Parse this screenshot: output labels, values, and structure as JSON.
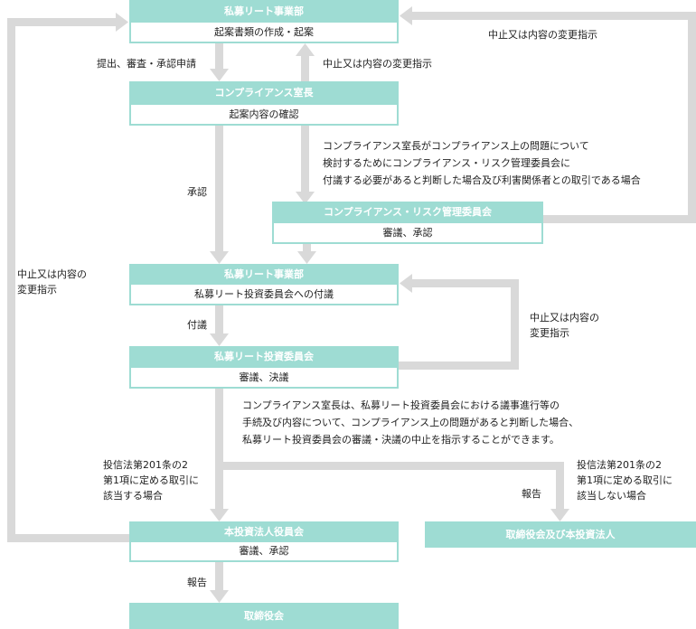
{
  "boxes": {
    "reit_dept_1": {
      "title": "私募リート事業部",
      "body": "起案書類の作成・起案"
    },
    "compliance_head": {
      "title": "コンプライアンス室長",
      "body": "起案内容の確認"
    },
    "compliance_committee": {
      "title": "コンプライアンス・リスク管理委員会",
      "body": "審議、承認"
    },
    "reit_dept_2": {
      "title": "私募リート事業部",
      "body": "私募リート投資委員会への付議"
    },
    "investment_committee": {
      "title": "私募リート投資委員会",
      "body": "審議、決議"
    },
    "corp_board": {
      "title": "本投資法人役員会",
      "body": "審議、承認"
    },
    "directors": {
      "title": "取締役会"
    },
    "directors_and_corp": {
      "title": "取締役会及び本投資法人"
    }
  },
  "labels": {
    "submit": "提出、審査・承認申請",
    "stop_change_1": "中止又は内容の変更指示",
    "stop_change_top_right": "中止又は内容の変更指示",
    "compliance_note": [
      "コンプライアンス室長がコンプライアンス上の問題について",
      "検討するためにコンプライアンス・リスク管理委員会に",
      "付議する必要があると判断した場合及び利害関係者との取引である場合"
    ],
    "approve": "承認",
    "stop_change_left": [
      "中止又は内容の",
      "変更指示"
    ],
    "stop_change_right": [
      "中止又は内容の",
      "変更指示"
    ],
    "refer": "付議",
    "compliance_authority": [
      "コンプライアンス室長は、私募リート投資委員会における議事進行等の",
      "手続及び内容について、コンプライアンス上の問題があると判断した場合、",
      "私募リート投資委員会の審議・決議の中止を指示することができます。"
    ],
    "applies": [
      "投信法第201条の2",
      "第1項に定める取引に",
      "該当する場合"
    ],
    "not_applies": [
      "投信法第201条の2",
      "第1項に定める取引に",
      "該当しない場合"
    ],
    "report_1": "報告",
    "report_2": "報告"
  },
  "colors": {
    "box_header": "#9edcd3",
    "arrow": "#d9d9d9"
  }
}
